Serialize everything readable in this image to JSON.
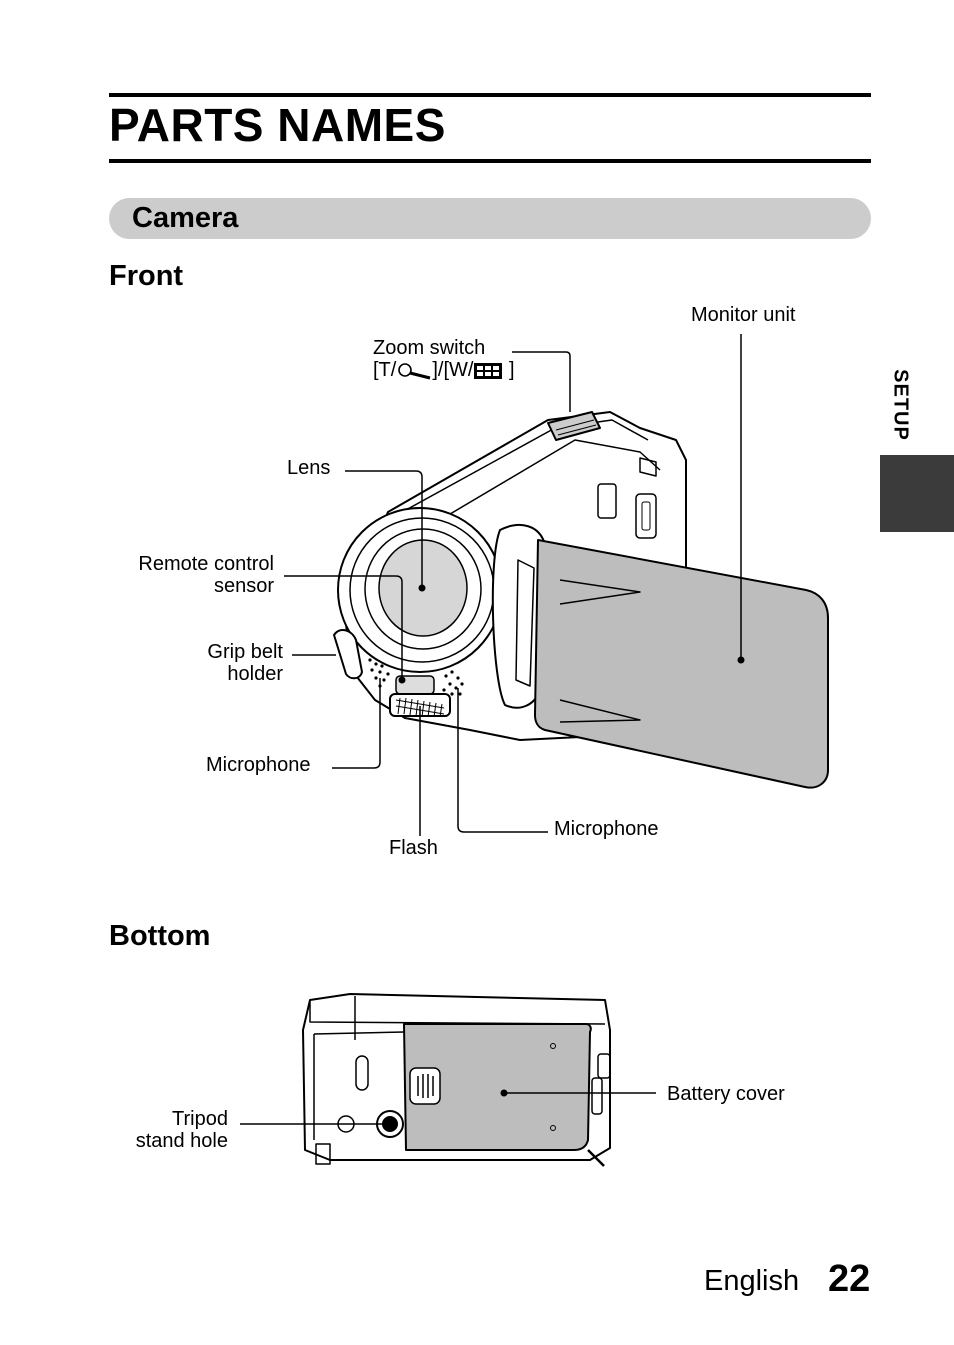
{
  "header": {
    "title": "PARTS NAMES"
  },
  "section": {
    "title": "Camera"
  },
  "side_tab": {
    "label": "SETUP"
  },
  "front": {
    "heading": "Front",
    "labels": {
      "monitor_unit": "Monitor unit",
      "zoom_switch_line1": "Zoom switch",
      "zoom_bracket_open": "[T/",
      "zoom_bracket_mid": "]/[W/",
      "zoom_bracket_close": "]",
      "lens": "Lens",
      "remote_line1": "Remote control",
      "remote_line2": "sensor",
      "grip_line1": "Grip belt",
      "grip_line2": "holder",
      "microphone_left": "Microphone",
      "flash": "Flash",
      "microphone_right": "Microphone"
    },
    "icons": [
      "tele-magnifier-icon",
      "wide-thumbnail-grid-icon"
    ]
  },
  "bottom": {
    "heading": "Bottom",
    "labels": {
      "battery_cover": "Battery cover",
      "tripod_line1": "Tripod",
      "tripod_line2": "stand hole"
    }
  },
  "footer": {
    "language": "English",
    "page_number": "22"
  },
  "colors": {
    "section_bar": "#cccccc",
    "side_tab": "#3b3b3b",
    "monitor_fill": "#bdbdbd",
    "body_fill": "#ffffff"
  }
}
